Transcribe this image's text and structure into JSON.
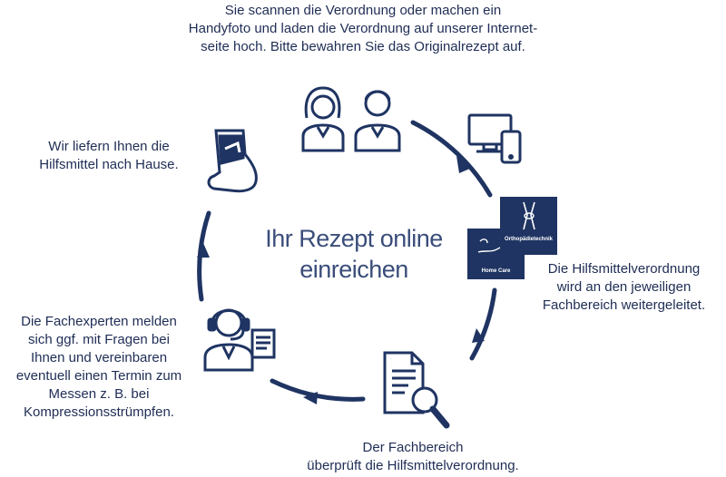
{
  "steps": {
    "upload": "Sie scannen die Verordnung oder machen ein\nHandyfoto und laden die Verordnung auf unserer Internet-\nseite hoch. Bitte bewahren Sie das Originalrezept auf.",
    "forward": "Die Hilfsmittelverordnung\nwird an den jeweiligen\nFachbereich weitergeleitet.",
    "review": "Der Fachbereich\nüberprüft die Hilfsmittelverordnung.",
    "contact": "Die Fachexperten melden\nsich ggf. mit Fragen bei\nIhnen und vereinbaren\neventuell einen Termin zum\nMessen z. B. bei\nKompressionsstrümpfen.",
    "deliver": "Wir liefern Ihnen die\nHilfsmittel nach Hause."
  },
  "center_title": "Ihr Rezept online\neinreichen",
  "tiles": {
    "orthopaedie": "Orthopädietechnik",
    "homecare": "Home Care"
  },
  "colors": {
    "primary": "#1f3462",
    "text": "#1f2d55"
  },
  "icons": [
    "couple-icon",
    "computer-phone-icon",
    "document-search-icon",
    "support-agent-icon",
    "ankle-brace-icon"
  ]
}
